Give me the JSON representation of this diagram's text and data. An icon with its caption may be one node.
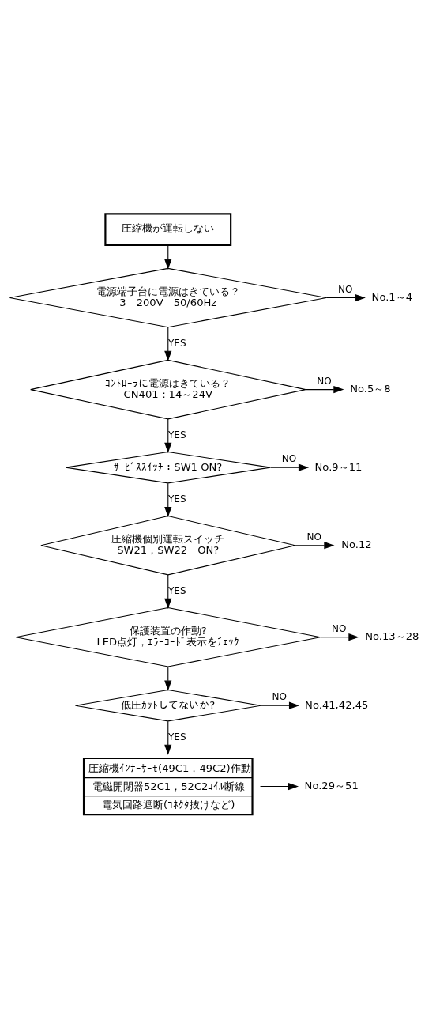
{
  "diagram": {
    "nodes": [
      {
        "text": [
          "圧縮機が運転しない"
        ]
      },
      {
        "text": [
          "電源端子台に電源はきている？",
          "3　200V　50/60Hz"
        ]
      },
      {
        "text": [
          "No.1～4"
        ]
      },
      {
        "text": [
          "ｺﾝﾄﾛｰﾗに電源はきている？",
          "CN401：14～24V"
        ]
      },
      {
        "text": [
          "No.5～8"
        ]
      },
      {
        "text": [
          "ｻｰﾋﾞｽｽｲｯﾁ：SW1 ON?"
        ]
      },
      {
        "text": [
          "No.9～11"
        ]
      },
      {
        "text": [
          "圧縮機個別運転スイッチ",
          "SW21，SW22　ON?"
        ]
      },
      {
        "text": [
          "No.12"
        ]
      },
      {
        "text": [
          "保護装置の作動?",
          "LED点灯，ｴﾗｰｺｰﾄﾞ表示をﾁｪｯｸ"
        ]
      },
      {
        "text": [
          "No.13～28"
        ]
      },
      {
        "text": [
          "低圧ｶｯﾄしてないか?"
        ]
      },
      {
        "text": [
          "No.41,42,45"
        ]
      },
      {
        "text": [
          "圧縮機ｲﾝﾅｰｻｰﾓ(49C1，49C2)作動",
          "電磁開閉器52C1，52C2ｺｲﾙ断線",
          "電気回路遮断(ｺﾈｸﾀ抜けなど)"
        ]
      },
      {
        "text": [
          "No.29～51"
        ]
      }
    ],
    "edges": [
      {
        "from": 0,
        "to": 1,
        "arrow": "to"
      },
      {
        "from": 1,
        "to": 2,
        "arrow": "to",
        "label": "NO"
      },
      {
        "from": 1,
        "to": 3,
        "arrow": "to",
        "label": "YES"
      },
      {
        "from": 3,
        "to": 4,
        "arrow": "to",
        "label": "NO"
      },
      {
        "from": 3,
        "to": 5,
        "arrow": "to",
        "label": "YES"
      },
      {
        "from": 5,
        "to": 6,
        "arrow": "to",
        "label": "NO"
      },
      {
        "from": 5,
        "to": 7,
        "arrow": "to",
        "label": "YES"
      },
      {
        "from": 7,
        "to": 8,
        "arrow": "to",
        "label": "NO"
      },
      {
        "from": 7,
        "to": 9,
        "arrow": "to",
        "label": "YES"
      },
      {
        "from": 9,
        "to": 10,
        "arrow": "to",
        "label": "NO"
      },
      {
        "from": 9,
        "to": 11,
        "arrow": "to"
      },
      {
        "from": 11,
        "to": 12,
        "arrow": "to",
        "label": "NO"
      },
      {
        "from": 11,
        "to": 13,
        "arrow": "to",
        "label": "YES"
      },
      {
        "from": 13,
        "to": 14,
        "arrow": "to"
      }
    ]
  }
}
